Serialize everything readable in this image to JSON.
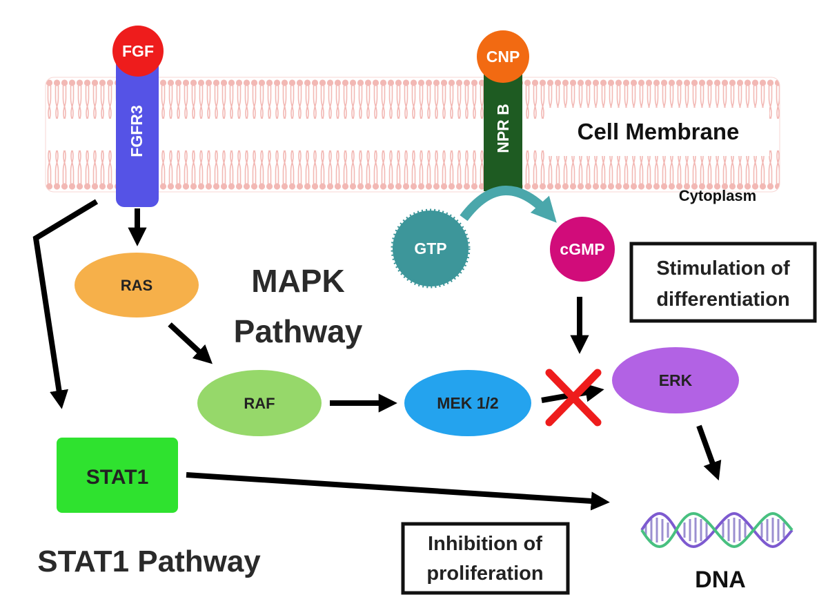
{
  "membrane": {
    "label": "Cell Membrane",
    "cytoplasm_label": "Cytoplasm"
  },
  "receptors": {
    "fgf": "FGF",
    "fgfr3": "FGFR3",
    "cnp": "CNP",
    "nprb": "NPR B"
  },
  "molecules": {
    "gtp": "GTP",
    "cgmp": "cGMP",
    "ras": "RAS",
    "raf": "RAF",
    "mek": "MEK 1/2",
    "erk": "ERK",
    "stat1": "STAT1",
    "dna": "DNA"
  },
  "pathways": {
    "mapk_line1": "MAPK",
    "mapk_line2": "Pathway",
    "stat1_pathway": "STAT1 Pathway"
  },
  "outcomes": {
    "stimulation_line1": "Stimulation of",
    "stimulation_line2": "differentiation",
    "inhibition_line1": "Inhibition of",
    "inhibition_line2": "proliferation"
  },
  "colors": {
    "membrane": "#f2b8b4",
    "fgf": "#ee1c1c",
    "fgfr3": "#5553e6",
    "cnp": "#f26a12",
    "nprb": "#1e5b22",
    "gtp": "#3d969a",
    "cgmp": "#d10c7a",
    "ras": "#f6b04a",
    "raf": "#96d86a",
    "mek": "#24a3ee",
    "erk": "#b262e4",
    "stat1": "#2fe22f",
    "block": "#ee1c1c"
  }
}
